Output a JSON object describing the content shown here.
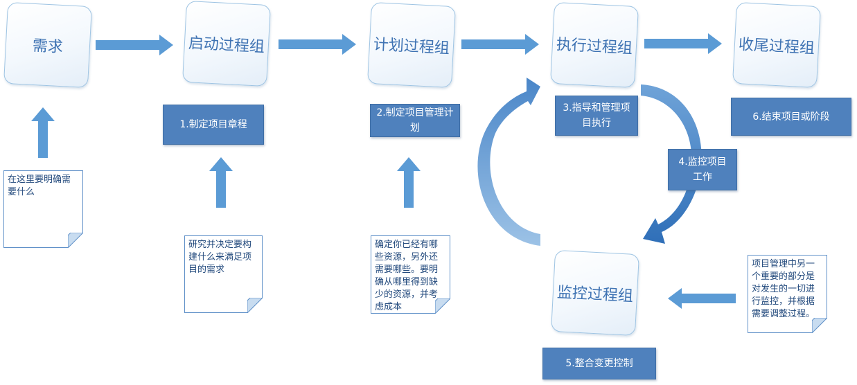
{
  "process_groups": {
    "requirement": "需求",
    "initiating": "启动过程组",
    "planning": "计划过程组",
    "executing": "执行过程组",
    "closing": "收尾过程组",
    "monitoring": "监控过程组"
  },
  "steps": {
    "s1": "1.制定项目章程",
    "s2": "2.制定项目管理计划",
    "s3": "3.指导和管理项目执行",
    "s4": "4.监控项目工作",
    "s5": "5.整合变更控制",
    "s6": "6.结束项目或阶段"
  },
  "notes": {
    "n1": "在这里要明确需要什么",
    "n2": "研究并决定要构建什么来满足项目的需求",
    "n3": "确定你已经有哪些资源，另外还需要哪些。要明确从哪里得到缺少的资源，并考虑成本",
    "n4": "项目管理中另一个重要的部分是对发生的一切进行监控，并根据需要调整过程。"
  },
  "colors": {
    "arrow": "#5b9bd5",
    "box_fill": "#4f81bd",
    "card_text": "#3f73b3"
  }
}
